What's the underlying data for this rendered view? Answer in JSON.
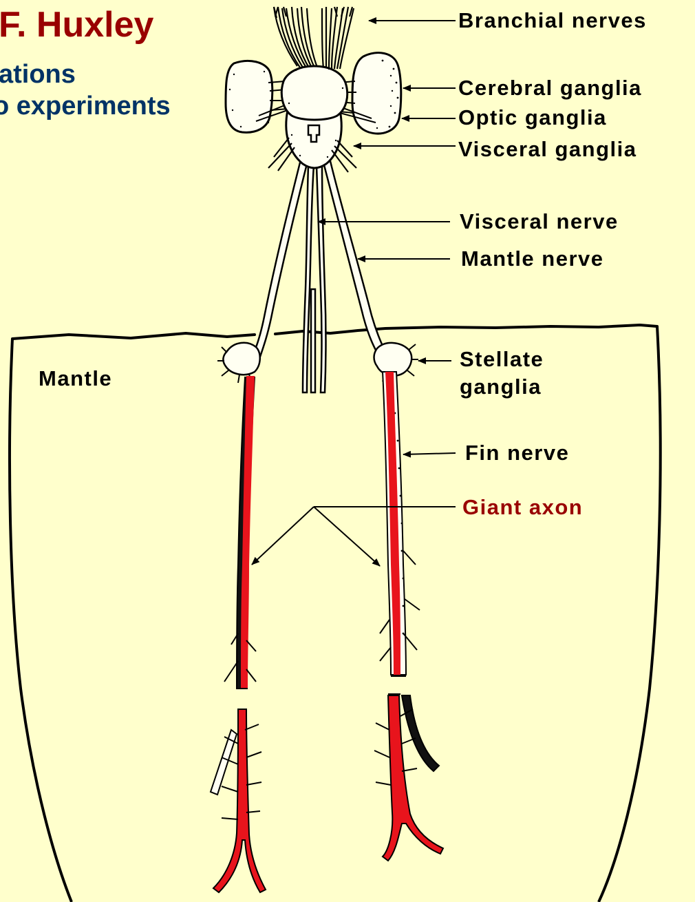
{
  "title": {
    "fragment": "F. Huxley",
    "subtitle_line_1": "ations",
    "subtitle_line_2": "o experiments"
  },
  "labels": {
    "branchial_nerves": "Branchial nerves",
    "cerebral_ganglia": "Cerebral ganglia",
    "optic_ganglia": "Optic ganglia",
    "visceral_ganglia": "Visceral ganglia",
    "visceral_nerve": "Visceral nerve",
    "mantle_nerve": "Mantle nerve",
    "stellate_ganglia_line1": "Stellate",
    "stellate_ganglia_line2": "ganglia",
    "fin_nerve": "Fin nerve",
    "giant_axon": "Giant axon",
    "mantle": "Mantle"
  },
  "colors": {
    "background": "#ffffcc",
    "title": "#990000",
    "subtitle": "#003366",
    "label": "#000000",
    "giant_axon": "#e8141c",
    "ganglia_fill": "#fffff2"
  }
}
